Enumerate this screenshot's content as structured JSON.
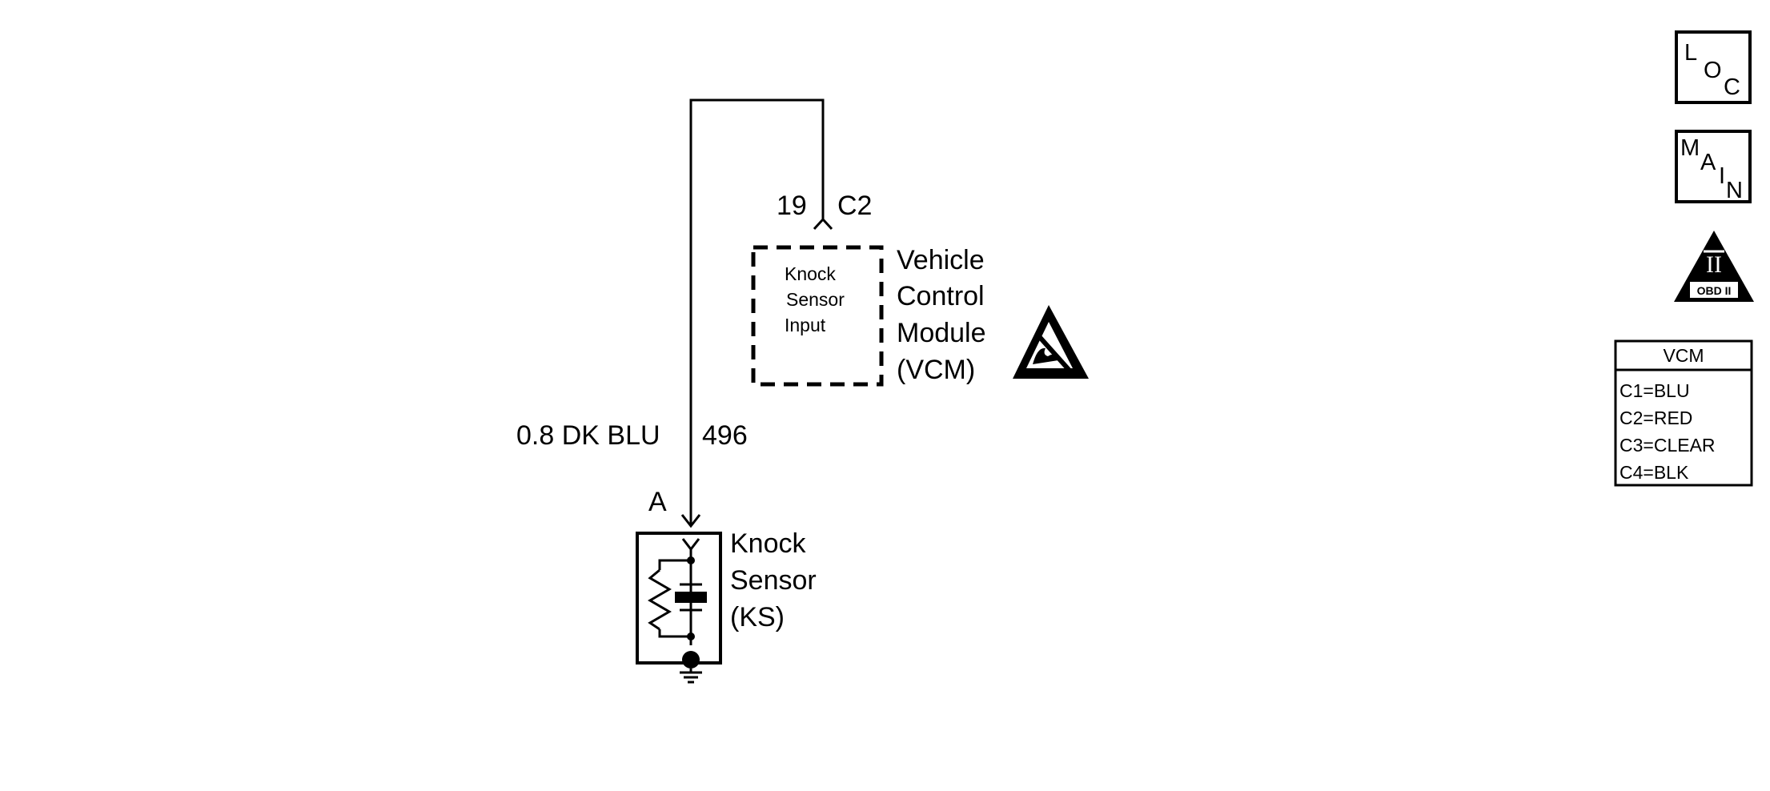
{
  "diagram": {
    "wire": {
      "label": "0.8 DK BLU",
      "circuit_number": "496"
    },
    "vcm_connector": {
      "pin": "19",
      "connector": "C2"
    },
    "vcm": {
      "internal_label": [
        "Knock",
        "Sensor",
        "Input"
      ],
      "title_lines": [
        "Vehicle",
        "Control",
        "Module",
        "(VCM)"
      ],
      "esd_icon": "esd-warning-icon"
    },
    "knock_sensor": {
      "terminal": "A",
      "title_lines": [
        "Knock",
        "Sensor",
        "(KS)"
      ]
    }
  },
  "sidebar": {
    "loc_button": {
      "letters": [
        "L",
        "O",
        "C"
      ]
    },
    "main_button": {
      "letters": [
        "M",
        "A",
        "I",
        "N"
      ]
    },
    "obd_icon": {
      "symbol": "II",
      "caption": "OBD II"
    },
    "vcm_legend": {
      "title": "VCM",
      "rows": [
        "C1=BLU",
        "C2=RED",
        "C3=CLEAR",
        "C4=BLK"
      ]
    }
  },
  "colors": {
    "line": "#000000",
    "background": "#ffffff"
  }
}
